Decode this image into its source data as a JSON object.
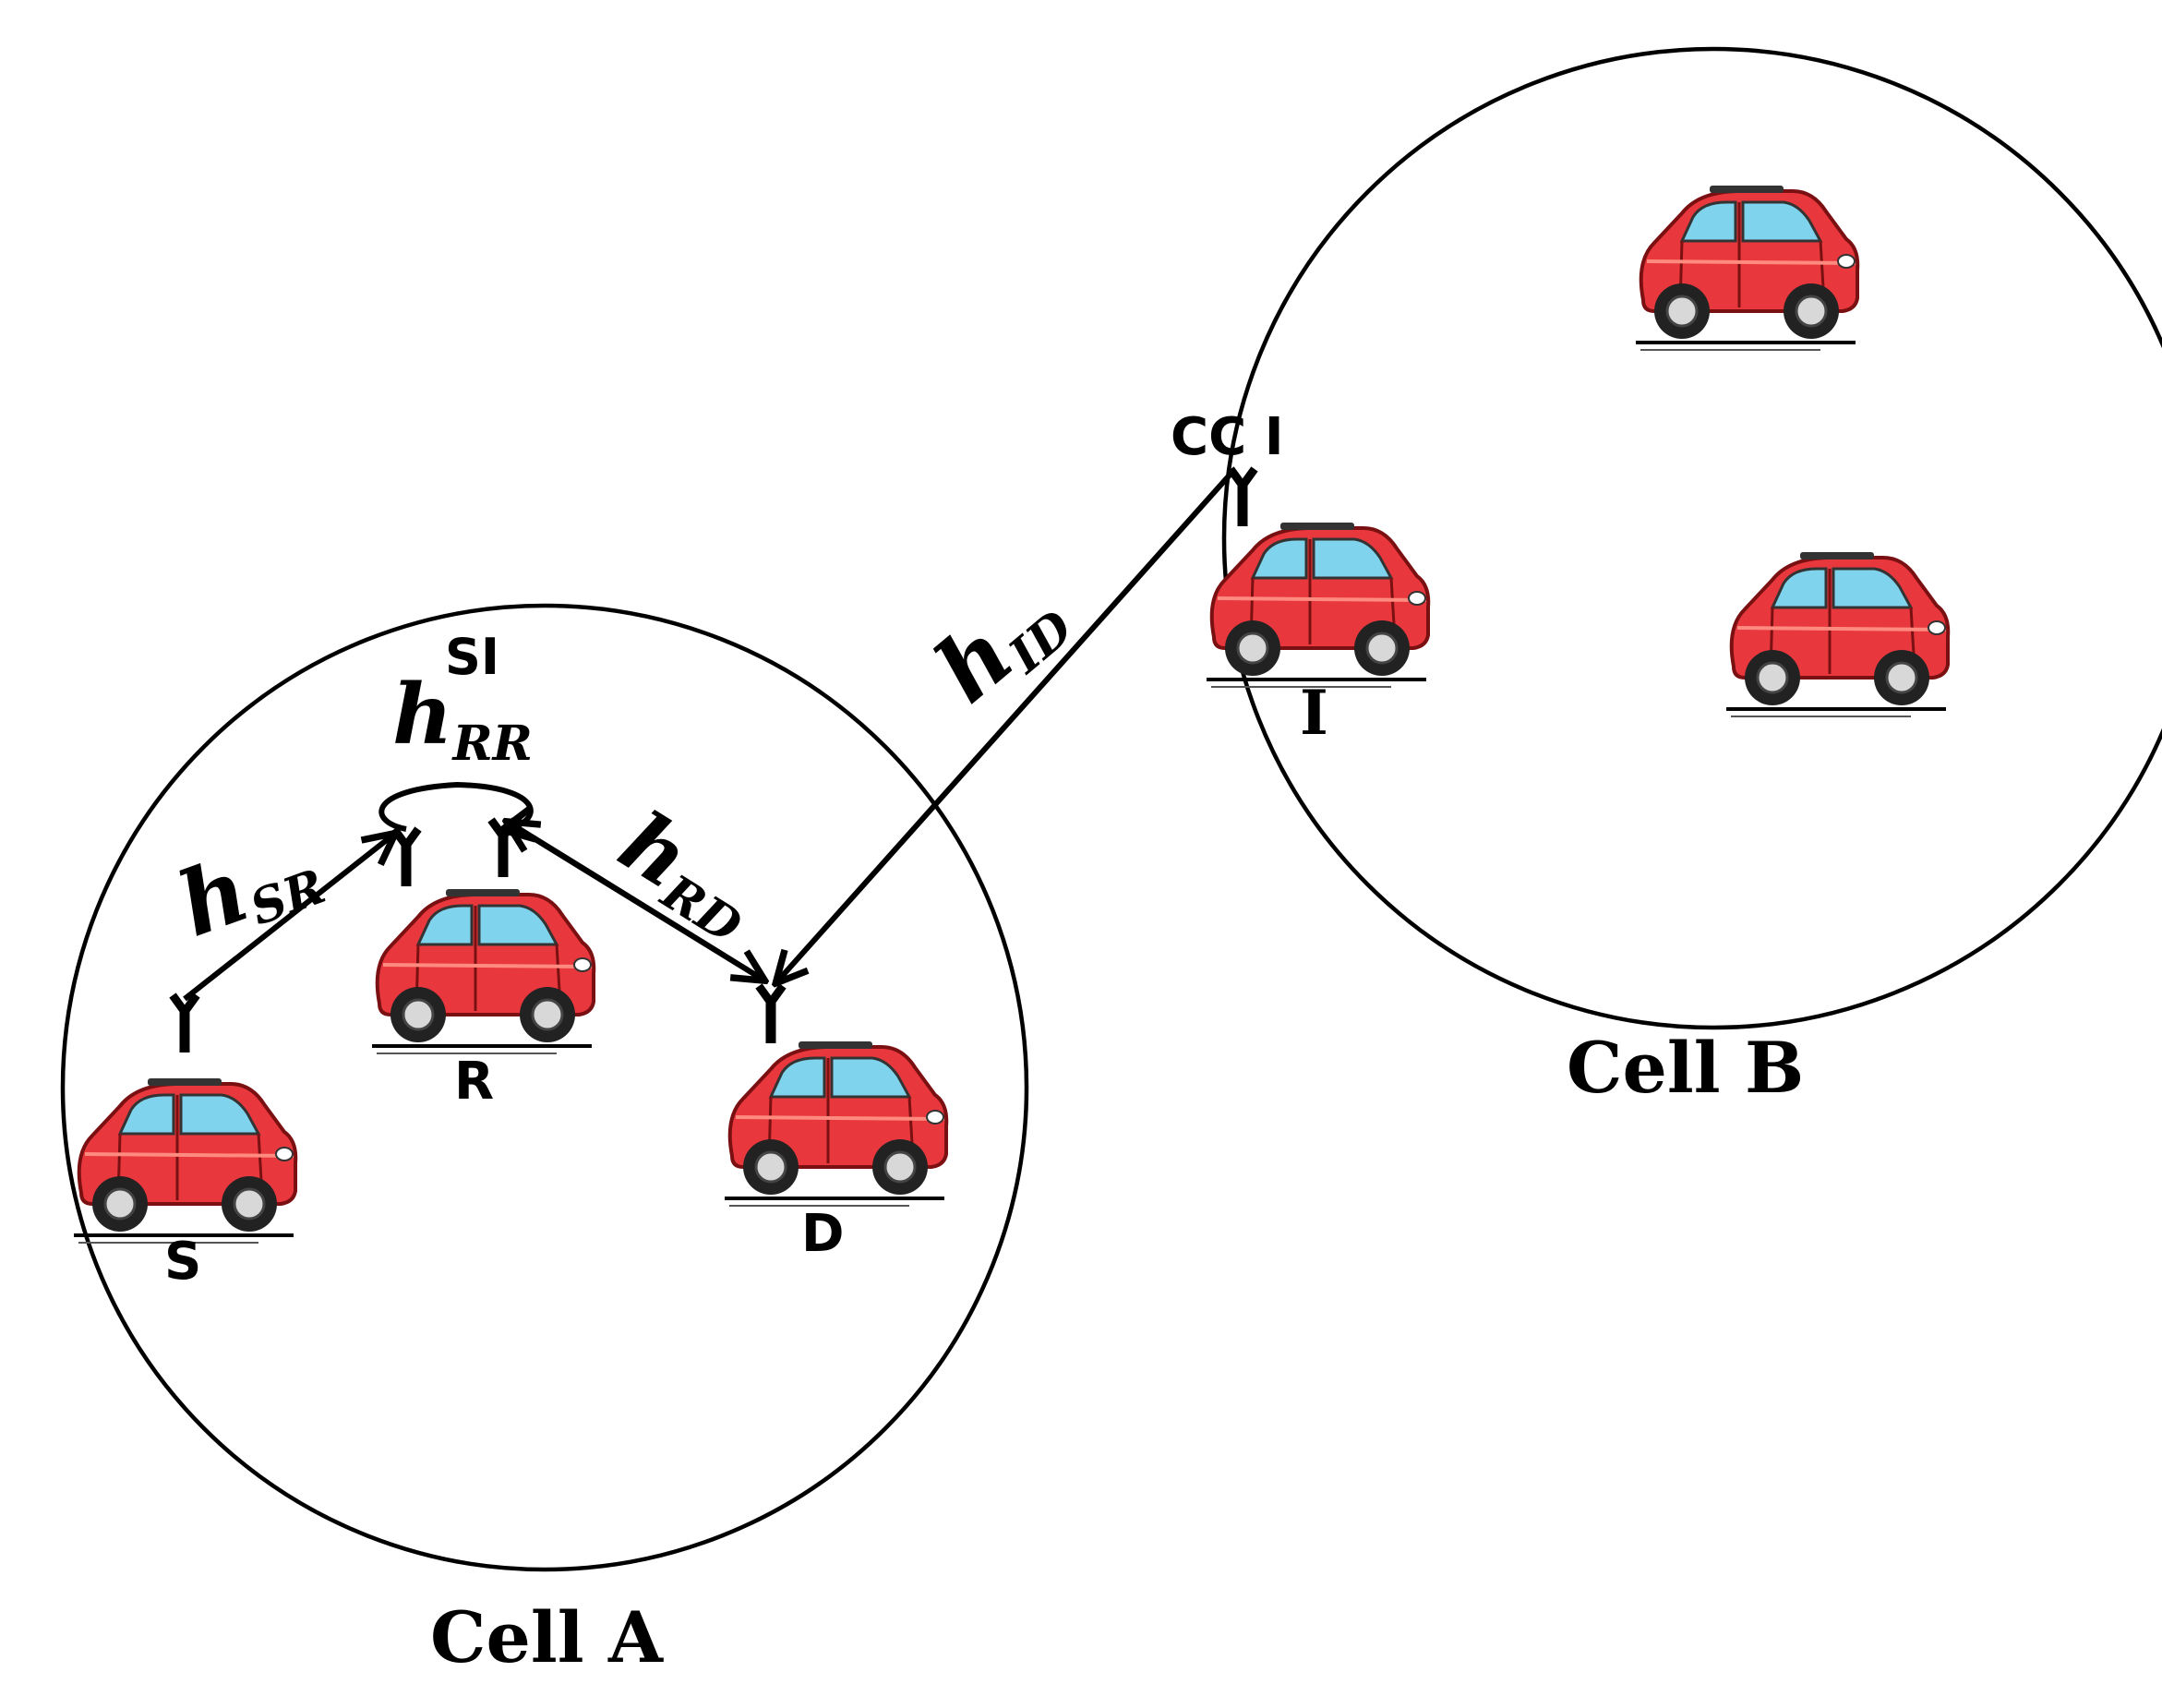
{
  "cells": [
    {
      "id": "cell-a",
      "label": "Cell A"
    },
    {
      "id": "cell-b",
      "label": "Cell B"
    }
  ],
  "nodes": {
    "source": "S",
    "relay": "R",
    "destination": "D",
    "interferer": "I"
  },
  "annotations": {
    "self_interference": "SI",
    "co_channel_interference": "CC I"
  },
  "channels": {
    "sr": {
      "main": "h",
      "sub": "SR"
    },
    "rr": {
      "main": "h",
      "sub": "RR"
    },
    "rd": {
      "main": "h",
      "sub": "RD"
    },
    "id": {
      "main": "h",
      "sub": "ID"
    }
  },
  "colors": {
    "car_body": "#e8383d",
    "car_window": "#7fd3ec",
    "line": "#000000"
  },
  "icons": [
    "car-icon",
    "antenna-icon"
  ]
}
